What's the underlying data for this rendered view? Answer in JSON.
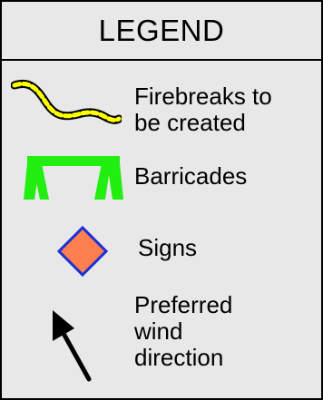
{
  "legend": {
    "title": "LEGEND",
    "background_color": "#e8e8e8",
    "items": [
      {
        "id": "firebreaks",
        "label_lines": [
          "Firebreaks to",
          "be created"
        ],
        "symbol": "dashed-line-icon",
        "colors": {
          "fill": "#ffff00",
          "stroke": "#000000"
        }
      },
      {
        "id": "barricades",
        "label_lines": [
          "Barricades"
        ],
        "symbol": "barricade-icon",
        "colors": {
          "fill": "#22ee11"
        }
      },
      {
        "id": "signs",
        "label_lines": [
          "Signs"
        ],
        "symbol": "diamond-sign-icon",
        "colors": {
          "fill": "#ff7f4f",
          "stroke": "#1a2fd6"
        }
      },
      {
        "id": "wind",
        "label_lines": [
          "Preferred",
          "wind",
          "direction"
        ],
        "symbol": "arrow-icon",
        "colors": {
          "stroke": "#000000"
        }
      }
    ]
  }
}
